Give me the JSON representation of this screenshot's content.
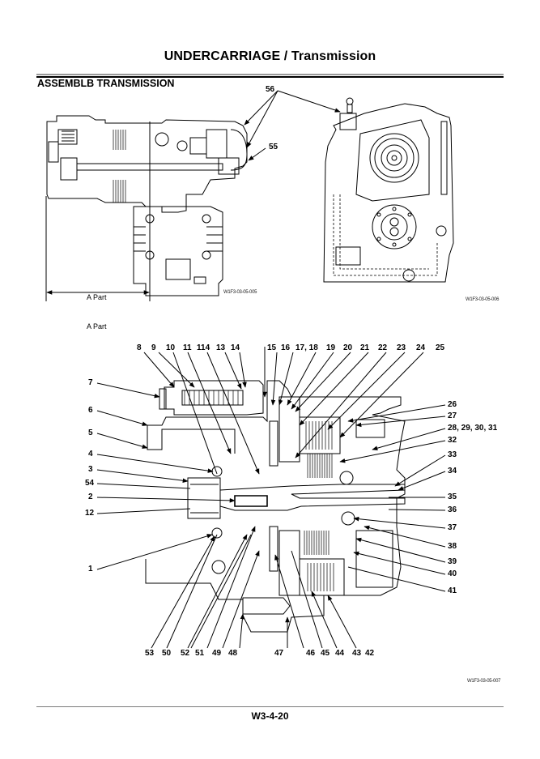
{
  "header": {
    "title": "UNDERCARRIAGE / Transmission"
  },
  "section": {
    "title": "ASSEMBLB TRANSMISSION"
  },
  "top_figures": {
    "side_view": {
      "dimension_label": "A Part",
      "figure_code": "W1F3-03-05-005",
      "callouts": [
        "56",
        "55"
      ]
    },
    "front_view": {
      "figure_code": "W1F3-03-05-006"
    }
  },
  "detail_figure": {
    "caption": "A Part",
    "figure_code": "W1F3-03-05-007",
    "callouts_top": [
      "8",
      "9",
      "10",
      "11",
      "114",
      "13",
      "14",
      "15",
      "16",
      "17, 18",
      "19",
      "20",
      "21",
      "22",
      "23",
      "24",
      "25"
    ],
    "callouts_left": [
      "7",
      "6",
      "5",
      "4",
      "3",
      "54",
      "2",
      "12",
      "1"
    ],
    "callouts_right": [
      "26",
      "27",
      "28, 29, 30, 31",
      "32",
      "33",
      "34",
      "35",
      "36",
      "37",
      "38",
      "39",
      "40",
      "41"
    ],
    "callouts_bottom": [
      "53",
      "50",
      "52",
      "51",
      "49",
      "48",
      "47",
      "46",
      "45",
      "44",
      "43",
      "42"
    ]
  },
  "footer": {
    "page_number": "W3-4-20"
  }
}
